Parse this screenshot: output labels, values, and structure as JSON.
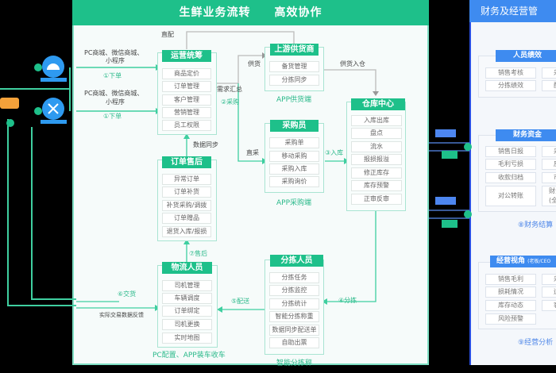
{
  "colors": {
    "green": "#1ec08a",
    "blue": "#3e8bf0",
    "orange": "#f5a23a"
  },
  "green_panel": {
    "title": "生鲜业务流转　　高效协作"
  },
  "blue_panel": {
    "title": "财务及经营管"
  },
  "boxes": {
    "ops": {
      "title": "运营统筹",
      "items": [
        "商品定价",
        "订单管理",
        "客户管理",
        "营销管理",
        "员工权限"
      ]
    },
    "aftersale": {
      "title": "订单售后",
      "items": [
        "异常订单",
        "订单补货",
        "补货采购/调拨",
        "订单赠品",
        "退货入库/报损"
      ]
    },
    "logistics": {
      "title": "物流人员",
      "items": [
        "司机管理",
        "车辆调度",
        "订单绑定",
        "司机更换",
        "实时地图"
      ],
      "caption": "PC配置、APP装车收车"
    },
    "supplier": {
      "title": "上游供货商",
      "items": [
        "备货管理",
        "分拣同步"
      ],
      "caption": "APP供货端"
    },
    "buyer": {
      "title": "采购员",
      "items": [
        "采购单",
        "移动采购",
        "采购入库",
        "采购询价"
      ],
      "caption": "APP采购端"
    },
    "warehouse": {
      "title": "仓库中心",
      "items": [
        "入库出库",
        "盘点",
        "流水",
        "报损报溢",
        "修正库存",
        "库存预警",
        "正审反审"
      ]
    },
    "sorting": {
      "title": "分拣人员",
      "items": [
        "分拣任务",
        "分拣监控",
        "分拣统计",
        "智能分拣称重",
        "数据同步配送单",
        "自助出票"
      ],
      "caption": "智能分拣秤"
    }
  },
  "labels": {
    "direct": "直配",
    "channel1": "PC商城、微信商城、",
    "channel1b": "小程序",
    "order1": "①下单",
    "channel2": "PC商城、微信商城、",
    "channel2b": "小程序",
    "order2": "①下单",
    "demand": "需求汇总",
    "purchase": "②采购",
    "supply": "供货",
    "direct_buy": "直采",
    "supply_in": "供货入仓",
    "stock_in": "③入库",
    "sync": "数据同步",
    "after": "⑦售后",
    "deliver_to": "⑥交货",
    "feedback": "实际交易数据反馈",
    "delivery": "⑤配送",
    "sort": "④分拣"
  },
  "finance": {
    "perf": {
      "title": "人员绩效",
      "col1": [
        "销售考核",
        "分拣绩效"
      ],
      "col2": [
        "采",
        "配"
      ]
    },
    "fund": {
      "title": "财务资金",
      "col1": [
        "销售日报",
        "毛利亏损",
        "收款归档",
        "对公转账"
      ],
      "col2": [
        "采",
        "应",
        "市",
        "财务(全"
      ],
      "caption": "⑧财务结算"
    },
    "biz": {
      "title": "经营视角",
      "subtitle": "(老板/CEO",
      "col1": [
        "销售毛利",
        "损耗情况",
        "库存动态",
        "风险预警"
      ],
      "col2": [
        "采",
        "运",
        "客"
      ],
      "caption": "⑨经营分析"
    }
  }
}
